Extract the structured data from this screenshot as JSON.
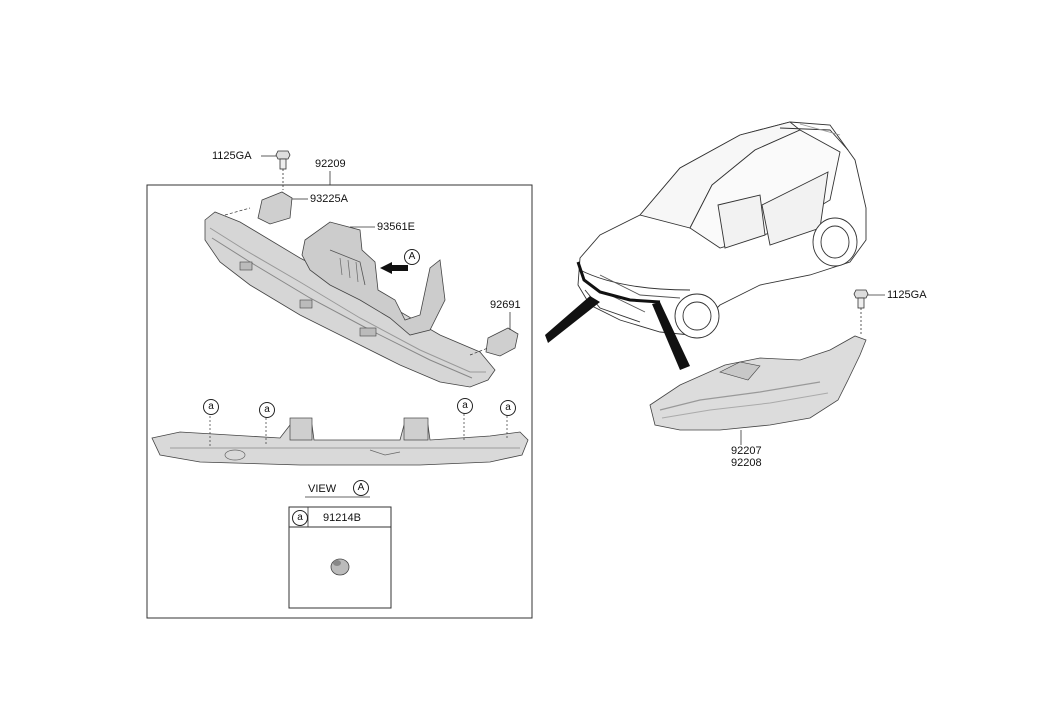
{
  "parts": {
    "bolt_left": "1125GA",
    "assembly": "92209",
    "bracket_upper": "93225A",
    "bracket_center": "93561E",
    "bracket_right": "92691",
    "bolt_right": "1125GA",
    "lamp_lh": "92207",
    "lamp_rh": "92208"
  },
  "view": {
    "label": "VIEW",
    "ref": "A"
  },
  "callout_marker": "a",
  "detail": {
    "marker": "a",
    "part": "91214B"
  }
}
